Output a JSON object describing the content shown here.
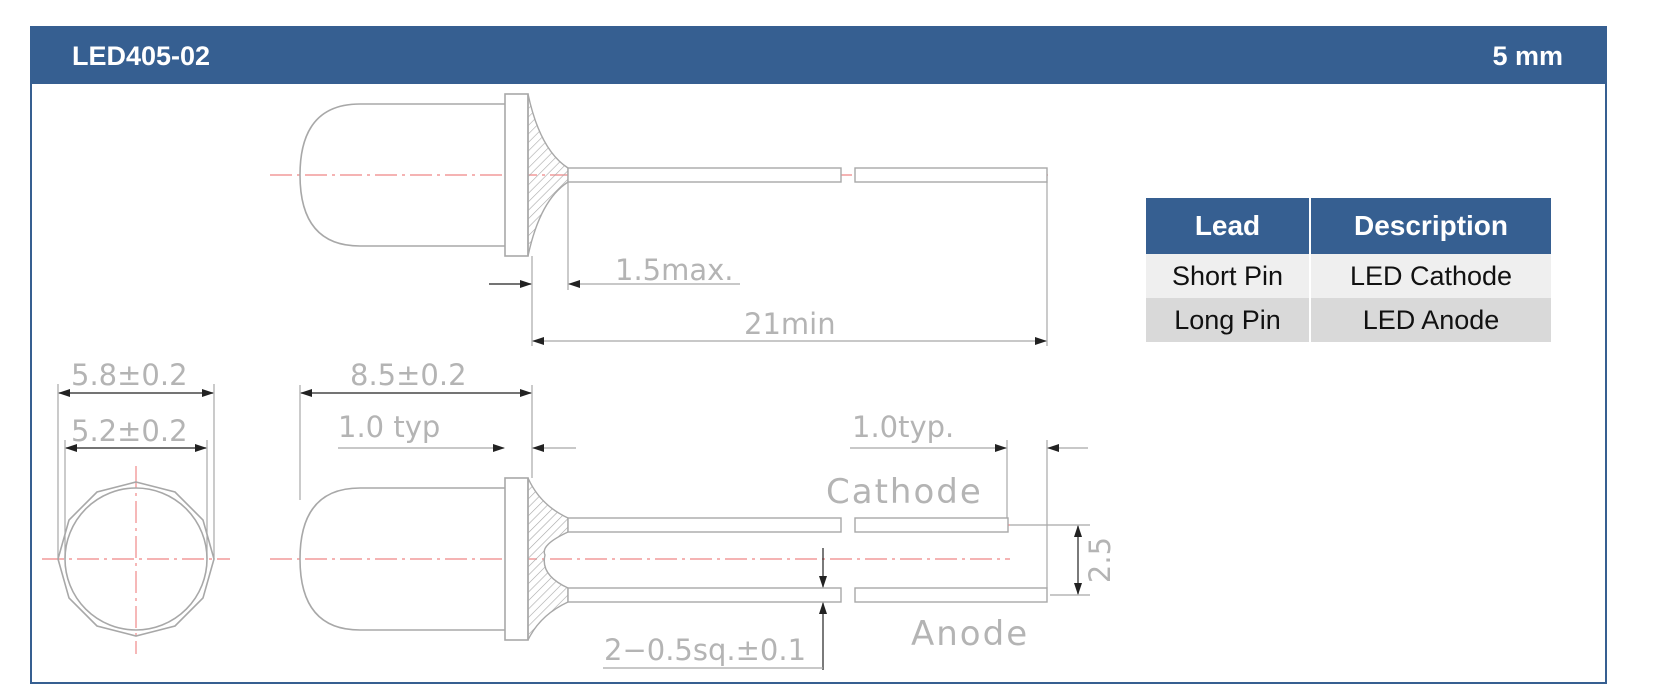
{
  "header": {
    "part_number": "LED405-02",
    "size": "5 mm"
  },
  "drawing": {
    "dims": {
      "lead_offset": "1.5max.",
      "lead_length": "21min",
      "outer_diameter": "5.8±0.2",
      "body_diameter": "5.2±0.2",
      "body_length": "8.5±0.2",
      "flange_thickness": "1.0  typ",
      "lead_end": "1.0typ.",
      "lead_size": "2−0.5sq.±0.1",
      "lead_spacing": "2.5"
    },
    "labels": {
      "cathode": "Cathode",
      "anode": "Anode"
    }
  },
  "pin_table": {
    "headers": [
      "Lead",
      "Description"
    ],
    "rows": [
      [
        "Short Pin",
        "LED Cathode"
      ],
      [
        "Long Pin",
        "LED Anode"
      ]
    ]
  },
  "colors": {
    "header_bg": "#365f91",
    "line": "#a8a8a8",
    "centerline": "#f29a9a"
  }
}
